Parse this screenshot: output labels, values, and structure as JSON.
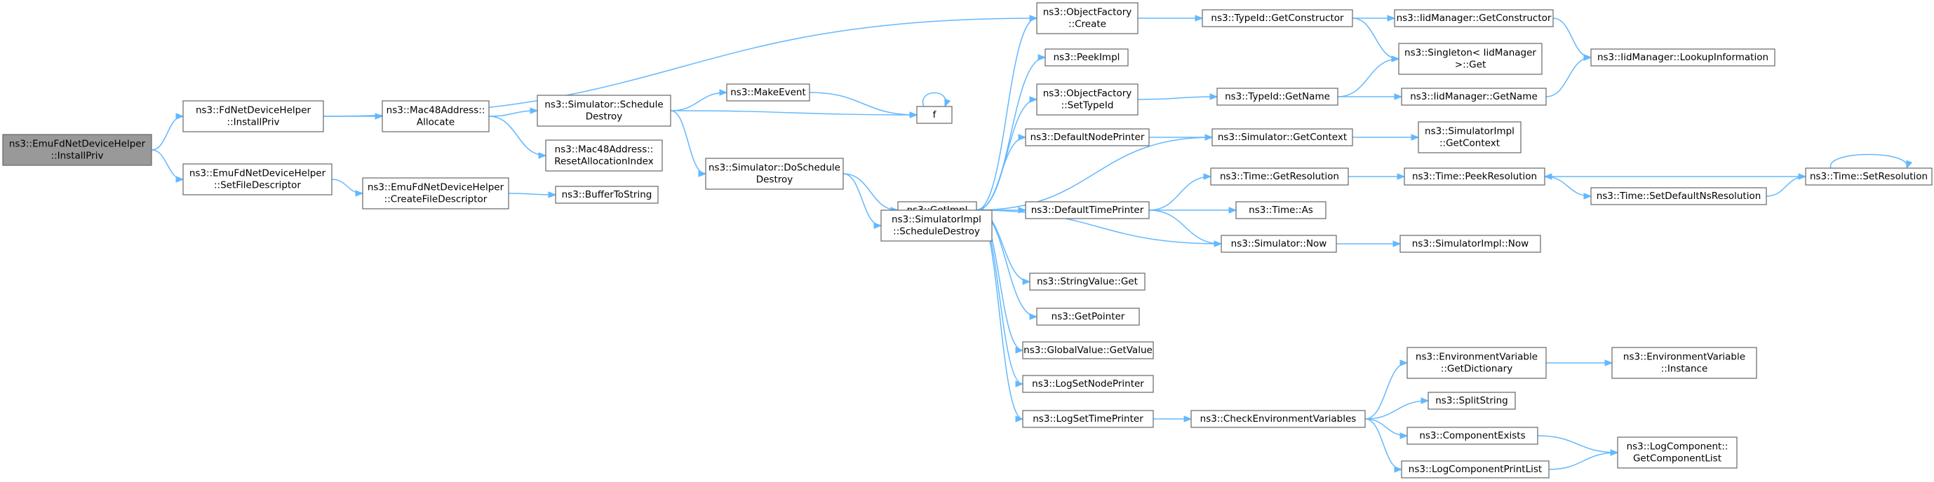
{
  "nodes": [
    {
      "id": "root",
      "lines": [
        "ns3::EmuFdNetDeviceHelper",
        "::InstallPriv"
      ],
      "root": true
    },
    {
      "id": "fd_install",
      "lines": [
        "ns3::FdNetDeviceHelper",
        "::InstallPriv"
      ]
    },
    {
      "id": "emu_setfd",
      "lines": [
        "ns3::EmuFdNetDeviceHelper",
        "::SetFileDescriptor"
      ]
    },
    {
      "id": "mac_alloc",
      "lines": [
        "ns3::Mac48Address::",
        "Allocate"
      ]
    },
    {
      "id": "emu_createfd",
      "lines": [
        "ns3::EmuFdNetDeviceHelper",
        "::CreateFileDescriptor"
      ]
    },
    {
      "id": "buffer_tostring",
      "lines": [
        "ns3::BufferToString"
      ]
    },
    {
      "id": "sim_sched_destroy",
      "lines": [
        "ns3::Simulator::Schedule",
        "Destroy"
      ]
    },
    {
      "id": "mac_reset",
      "lines": [
        "ns3::Mac48Address::",
        "ResetAllocationIndex"
      ]
    },
    {
      "id": "make_event",
      "lines": [
        "ns3::MakeEvent"
      ]
    },
    {
      "id": "f",
      "lines": [
        "f"
      ]
    },
    {
      "id": "sim_do_sched_destroy",
      "lines": [
        "ns3::Simulator::DoSchedule",
        "Destroy"
      ]
    },
    {
      "id": "getimpl",
      "lines": [
        "ns3::GetImpl"
      ]
    },
    {
      "id": "simimpl_sched_destroy",
      "lines": [
        "ns3::SimulatorImpl",
        "::ScheduleDestroy"
      ]
    },
    {
      "id": "of_create",
      "lines": [
        "ns3::ObjectFactory",
        "::Create"
      ]
    },
    {
      "id": "peekimpl",
      "lines": [
        "ns3::PeekImpl"
      ]
    },
    {
      "id": "of_settypeid",
      "lines": [
        "ns3::ObjectFactory",
        "::SetTypeId"
      ]
    },
    {
      "id": "default_node_printer",
      "lines": [
        "ns3::DefaultNodePrinter"
      ]
    },
    {
      "id": "default_time_printer",
      "lines": [
        "ns3::DefaultTimePrinter"
      ]
    },
    {
      "id": "stringvalue_get",
      "lines": [
        "ns3::StringValue::Get"
      ]
    },
    {
      "id": "getpointer",
      "lines": [
        "ns3::GetPointer"
      ]
    },
    {
      "id": "globalvalue_getvalue",
      "lines": [
        "ns3::GlobalValue::GetValue"
      ]
    },
    {
      "id": "log_set_node_printer",
      "lines": [
        "ns3::LogSetNodePrinter"
      ]
    },
    {
      "id": "log_set_time_printer",
      "lines": [
        "ns3::LogSetTimePrinter"
      ]
    },
    {
      "id": "typeid_getconstructor",
      "lines": [
        "ns3::TypeId::GetConstructor"
      ]
    },
    {
      "id": "typeid_getname",
      "lines": [
        "ns3::TypeId::GetName"
      ]
    },
    {
      "id": "sim_getcontext",
      "lines": [
        "ns3::Simulator::GetContext"
      ]
    },
    {
      "id": "time_getresolution",
      "lines": [
        "ns3::Time::GetResolution"
      ]
    },
    {
      "id": "time_as",
      "lines": [
        "ns3::Time::As"
      ]
    },
    {
      "id": "sim_now",
      "lines": [
        "ns3::Simulator::Now"
      ]
    },
    {
      "id": "check_env_vars",
      "lines": [
        "ns3::CheckEnvironmentVariables"
      ]
    },
    {
      "id": "iid_getconstructor",
      "lines": [
        "ns3::IidManager::GetConstructor"
      ]
    },
    {
      "id": "singleton_get",
      "lines": [
        "ns3::Singleton< IidManager",
        " >::Get"
      ]
    },
    {
      "id": "iid_getname",
      "lines": [
        "ns3::IidManager::GetName"
      ]
    },
    {
      "id": "simimpl_getcontext",
      "lines": [
        "ns3::SimulatorImpl",
        "::GetContext"
      ]
    },
    {
      "id": "time_peekresolution",
      "lines": [
        "ns3::Time::PeekResolution"
      ]
    },
    {
      "id": "simimpl_now",
      "lines": [
        "ns3::SimulatorImpl::Now"
      ]
    },
    {
      "id": "env_getdictionary",
      "lines": [
        "ns3::EnvironmentVariable",
        "::GetDictionary"
      ]
    },
    {
      "id": "splitstring",
      "lines": [
        "ns3::SplitString"
      ]
    },
    {
      "id": "component_exists",
      "lines": [
        "ns3::ComponentExists"
      ]
    },
    {
      "id": "log_component_print_list",
      "lines": [
        "ns3::LogComponentPrintList"
      ]
    },
    {
      "id": "iid_lookupinformation",
      "lines": [
        "ns3::IidManager::LookupInformation"
      ]
    },
    {
      "id": "time_set_default_ns_resolution",
      "lines": [
        "ns3::Time::SetDefaultNsResolution"
      ]
    },
    {
      "id": "time_setresolution",
      "lines": [
        "ns3::Time::SetResolution"
      ]
    },
    {
      "id": "env_instance",
      "lines": [
        "ns3::EnvironmentVariable",
        "::Instance"
      ]
    },
    {
      "id": "logcomponent_getcomponentlist",
      "lines": [
        "ns3::LogComponent::",
        "GetComponentList"
      ]
    }
  ],
  "edges": [
    [
      "root",
      "fd_install"
    ],
    [
      "root",
      "emu_setfd"
    ],
    [
      "fd_install",
      "mac_alloc"
    ],
    [
      "fd_install",
      "of_create"
    ],
    [
      "emu_setfd",
      "emu_createfd"
    ],
    [
      "emu_createfd",
      "buffer_tostring"
    ],
    [
      "mac_alloc",
      "sim_sched_destroy"
    ],
    [
      "mac_alloc",
      "mac_reset"
    ],
    [
      "sim_sched_destroy",
      "make_event"
    ],
    [
      "sim_sched_destroy",
      "f"
    ],
    [
      "sim_sched_destroy",
      "sim_do_sched_destroy"
    ],
    [
      "make_event",
      "f"
    ],
    [
      "f",
      "f"
    ],
    [
      "sim_do_sched_destroy",
      "getimpl"
    ],
    [
      "sim_do_sched_destroy",
      "simimpl_sched_destroy"
    ],
    [
      "getimpl",
      "of_create"
    ],
    [
      "getimpl",
      "peekimpl"
    ],
    [
      "getimpl",
      "of_settypeid"
    ],
    [
      "getimpl",
      "default_node_printer"
    ],
    [
      "getimpl",
      "default_time_printer"
    ],
    [
      "getimpl",
      "stringvalue_get"
    ],
    [
      "getimpl",
      "getpointer"
    ],
    [
      "getimpl",
      "globalvalue_getvalue"
    ],
    [
      "getimpl",
      "log_set_node_printer"
    ],
    [
      "getimpl",
      "log_set_time_printer"
    ],
    [
      "of_create",
      "typeid_getconstructor"
    ],
    [
      "of_settypeid",
      "typeid_getname"
    ],
    [
      "default_node_printer",
      "sim_getcontext"
    ],
    [
      "sim_getcontext",
      "getimpl"
    ],
    [
      "sim_getcontext",
      "simimpl_getcontext"
    ],
    [
      "default_time_printer",
      "time_getresolution"
    ],
    [
      "default_time_printer",
      "time_as"
    ],
    [
      "default_time_printer",
      "sim_now"
    ],
    [
      "sim_now",
      "getimpl"
    ],
    [
      "sim_now",
      "simimpl_now"
    ],
    [
      "log_set_time_printer",
      "check_env_vars"
    ],
    [
      "typeid_getconstructor",
      "iid_getconstructor"
    ],
    [
      "typeid_getconstructor",
      "singleton_get"
    ],
    [
      "typeid_getname",
      "singleton_get"
    ],
    [
      "typeid_getname",
      "iid_getname"
    ],
    [
      "iid_getconstructor",
      "iid_lookupinformation"
    ],
    [
      "iid_getname",
      "iid_lookupinformation"
    ],
    [
      "time_getresolution",
      "time_peekresolution"
    ],
    [
      "time_peekresolution",
      "time_set_default_ns_resolution"
    ],
    [
      "time_set_default_ns_resolution",
      "time_setresolution"
    ],
    [
      "time_setresolution",
      "time_peekresolution"
    ],
    [
      "time_setresolution",
      "time_setresolution"
    ],
    [
      "check_env_vars",
      "env_getdictionary"
    ],
    [
      "check_env_vars",
      "splitstring"
    ],
    [
      "check_env_vars",
      "component_exists"
    ],
    [
      "check_env_vars",
      "log_component_print_list"
    ],
    [
      "env_getdictionary",
      "env_instance"
    ],
    [
      "component_exists",
      "logcomponent_getcomponentlist"
    ],
    [
      "log_component_print_list",
      "logcomponent_getcomponentlist"
    ]
  ]
}
